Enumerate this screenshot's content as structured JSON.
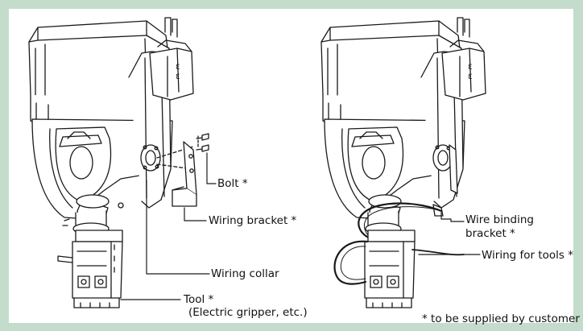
{
  "figure": {
    "background_color": "#c3dccb",
    "panel_color": "#ffffff",
    "line_color": "#1a1a1a",
    "labels": {
      "bolt": "Bolt *",
      "wiring_bracket": "Wiring bracket *",
      "wiring_collar": "Wiring collar",
      "tool_line1": "Tool *",
      "tool_line2": "(Electric gripper, etc.)",
      "wire_binding_line1": "Wire binding",
      "wire_binding_line2": "bracket *",
      "wiring_for_tools": "Wiring for tools *",
      "footnote": "* to be supplied by customer"
    }
  }
}
